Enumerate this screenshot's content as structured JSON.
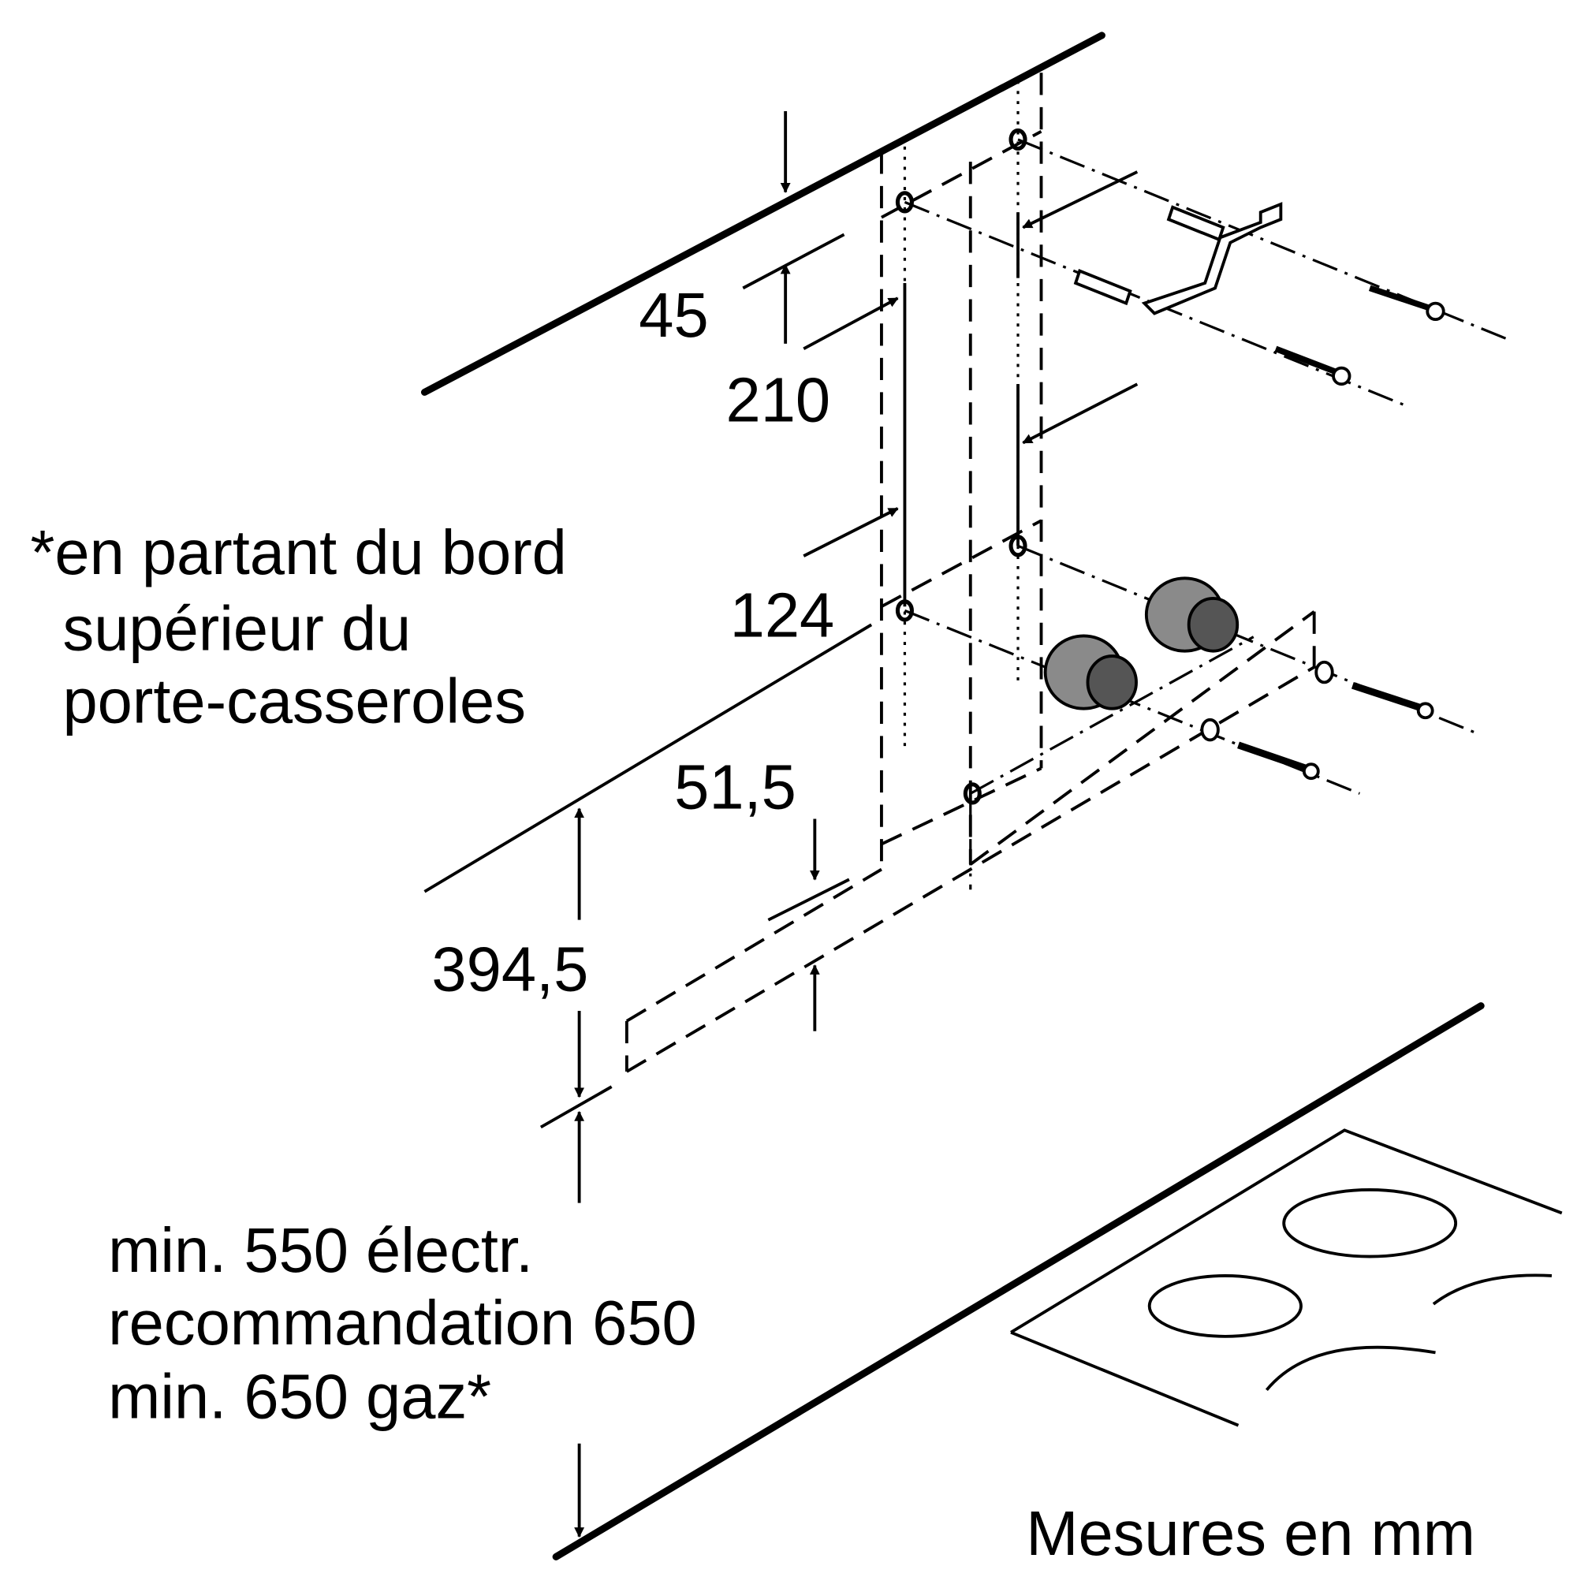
{
  "dimensions": {
    "d45": "45",
    "d210": "210",
    "d124": "124",
    "d51_5": "51,5",
    "d394_5": "394,5"
  },
  "note": {
    "line1": "*en partant du bord",
    "line2": "supérieur du",
    "line3": "porte-casseroles"
  },
  "clearance": {
    "line1": "min. 550 électr.",
    "line2": "recommandation 650",
    "line3": "min. 650 gaz*"
  },
  "units_label": "Mesures en mm",
  "colors": {
    "line": "#000000",
    "plug": "#8a8a8a",
    "background": "#ffffff"
  }
}
